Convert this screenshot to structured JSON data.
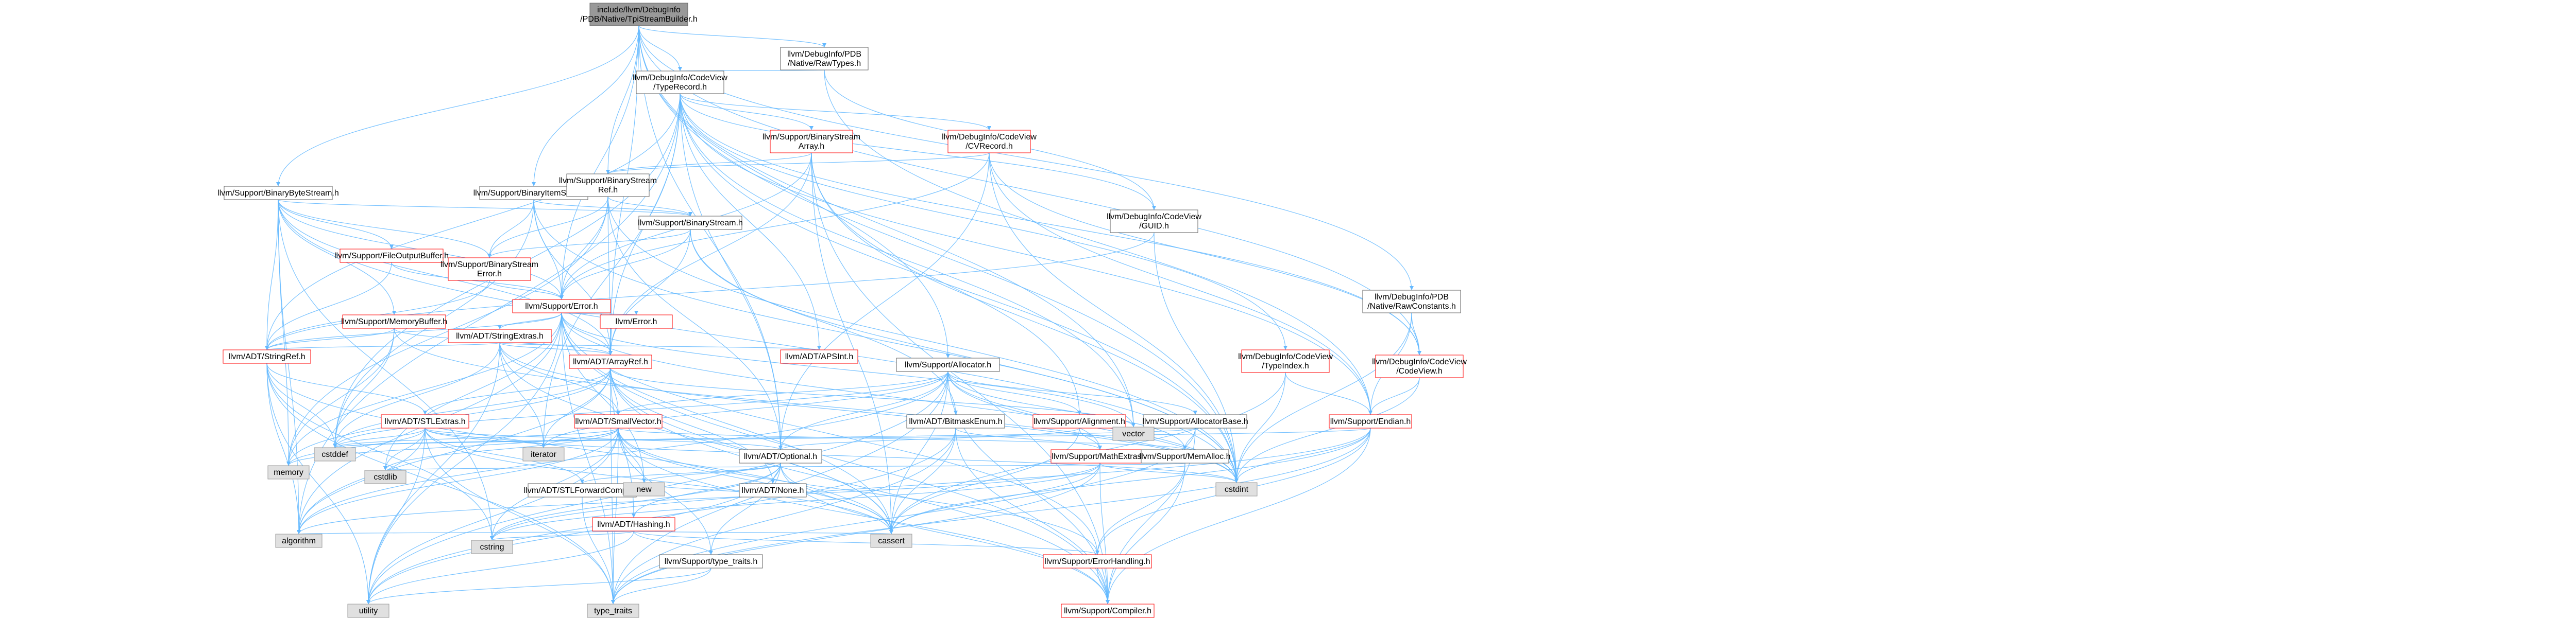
{
  "colors": {
    "edge": "#63b8ff",
    "node_border": "#5f5f5f",
    "node_border_incomplete": "#ff0000",
    "external_fill": "#e0e0e0",
    "root_fill": "#999999"
  },
  "nodes": {
    "root": {
      "lines": [
        "include/llvm/DebugInfo",
        "/PDB/Native/TpiStreamBuilder.h"
      ],
      "kind": "root"
    },
    "rawtypes": {
      "lines": [
        "llvm/DebugInfo/PDB",
        "/Native/RawTypes.h"
      ],
      "kind": "normal"
    },
    "typerecord": {
      "lines": [
        "llvm/DebugInfo/CodeView",
        "/TypeRecord.h"
      ],
      "kind": "normal"
    },
    "bbytestream": {
      "lines": [
        "llvm/Support/BinaryByteStream.h"
      ],
      "kind": "normal"
    },
    "bitemstream": {
      "lines": [
        "llvm/Support/BinaryItemStream.h"
      ],
      "kind": "normal"
    },
    "bstreamarray": {
      "lines": [
        "llvm/Support/BinaryStream",
        "Array.h"
      ],
      "kind": "red"
    },
    "cvrecord": {
      "lines": [
        "llvm/DebugInfo/CodeView",
        "/CVRecord.h"
      ],
      "kind": "red"
    },
    "bstreamref": {
      "lines": [
        "llvm/Support/BinaryStream",
        "Ref.h"
      ],
      "kind": "normal"
    },
    "bstream": {
      "lines": [
        "llvm/Support/BinaryStream.h"
      ],
      "kind": "normal"
    },
    "guid": {
      "lines": [
        "llvm/DebugInfo/CodeView",
        "/GUID.h"
      ],
      "kind": "normal"
    },
    "fileoutbuf": {
      "lines": [
        "llvm/Support/FileOutputBuffer.h"
      ],
      "kind": "red"
    },
    "bstreamerror": {
      "lines": [
        "llvm/Support/BinaryStream",
        "Error.h"
      ],
      "kind": "red"
    },
    "error": {
      "lines": [
        "llvm/Support/Error.h"
      ],
      "kind": "red"
    },
    "memorybuffer": {
      "lines": [
        "llvm/Support/MemoryBuffer.h"
      ],
      "kind": "red"
    },
    "stringextras": {
      "lines": [
        "llvm/ADT/StringExtras.h"
      ],
      "kind": "red"
    },
    "errorh": {
      "lines": [
        "llvm/Error.h"
      ],
      "kind": "red"
    },
    "rawconst": {
      "lines": [
        "llvm/DebugInfo/PDB",
        "/Native/RawConstants.h"
      ],
      "kind": "normal"
    },
    "stringref": {
      "lines": [
        "llvm/ADT/StringRef.h"
      ],
      "kind": "red"
    },
    "arrayref": {
      "lines": [
        "llvm/ADT/ArrayRef.h"
      ],
      "kind": "red"
    },
    "apsint": {
      "lines": [
        "llvm/ADT/APSInt.h"
      ],
      "kind": "red"
    },
    "allocator": {
      "lines": [
        "llvm/Support/Allocator.h"
      ],
      "kind": "normal"
    },
    "typeindex": {
      "lines": [
        "llvm/DebugInfo/CodeView",
        "/TypeIndex.h"
      ],
      "kind": "red"
    },
    "codeview": {
      "lines": [
        "llvm/DebugInfo/CodeView",
        "/CodeView.h"
      ],
      "kind": "red"
    },
    "stlextras": {
      "lines": [
        "llvm/ADT/STLExtras.h"
      ],
      "kind": "red"
    },
    "smallvector": {
      "lines": [
        "llvm/ADT/SmallVector.h"
      ],
      "kind": "red"
    },
    "bitmaskenum": {
      "lines": [
        "llvm/ADT/BitmaskEnum.h"
      ],
      "kind": "normal"
    },
    "alignment": {
      "lines": [
        "llvm/Support/Alignment.h"
      ],
      "kind": "red"
    },
    "allocbase": {
      "lines": [
        "llvm/Support/AllocatorBase.h"
      ],
      "kind": "normal"
    },
    "endian": {
      "lines": [
        "llvm/Support/Endian.h"
      ],
      "kind": "red"
    },
    "optional": {
      "lines": [
        "llvm/ADT/Optional.h"
      ],
      "kind": "normal"
    },
    "mathextras": {
      "lines": [
        "llvm/Support/MathExtras.h"
      ],
      "kind": "red"
    },
    "memalloc": {
      "lines": [
        "llvm/Support/MemAlloc.h"
      ],
      "kind": "normal"
    },
    "stlfwd": {
      "lines": [
        "llvm/ADT/STLForwardCompat.h"
      ],
      "kind": "normal"
    },
    "hashing": {
      "lines": [
        "llvm/ADT/Hashing.h"
      ],
      "kind": "red"
    },
    "none": {
      "lines": [
        "llvm/ADT/None.h"
      ],
      "kind": "normal"
    },
    "typetraits": {
      "lines": [
        "llvm/Support/type_traits.h"
      ],
      "kind": "normal"
    },
    "errhandling": {
      "lines": [
        "llvm/Support/ErrorHandling.h"
      ],
      "kind": "red"
    },
    "compiler": {
      "lines": [
        "llvm/Support/Compiler.h"
      ],
      "kind": "red"
    },
    "vector": {
      "lines": [
        "vector"
      ],
      "kind": "grey"
    },
    "cstdint": {
      "lines": [
        "cstdint"
      ],
      "kind": "grey"
    },
    "cstddef": {
      "lines": [
        "cstddef"
      ],
      "kind": "grey"
    },
    "iterator": {
      "lines": [
        "iterator"
      ],
      "kind": "grey"
    },
    "memory": {
      "lines": [
        "memory"
      ],
      "kind": "grey"
    },
    "cstdlib": {
      "lines": [
        "cstdlib"
      ],
      "kind": "grey"
    },
    "new": {
      "lines": [
        "new"
      ],
      "kind": "grey"
    },
    "cassert": {
      "lines": [
        "cassert"
      ],
      "kind": "grey"
    },
    "algorithm": {
      "lines": [
        "algorithm"
      ],
      "kind": "grey"
    },
    "cstring": {
      "lines": [
        "cstring"
      ],
      "kind": "grey"
    },
    "utility": {
      "lines": [
        "utility"
      ],
      "kind": "grey"
    },
    "typetraits_std": {
      "lines": [
        "type_traits"
      ],
      "kind": "grey"
    }
  },
  "edges": [
    [
      "root",
      "rawtypes"
    ],
    [
      "root",
      "typerecord"
    ],
    [
      "root",
      "bbytestream"
    ],
    [
      "root",
      "bitemstream"
    ],
    [
      "root",
      "bstreamref"
    ],
    [
      "root",
      "error"
    ],
    [
      "root",
      "rawconst"
    ],
    [
      "root",
      "arrayref"
    ],
    [
      "root",
      "allocator"
    ],
    [
      "root",
      "optional"
    ],
    [
      "root",
      "vector"
    ],
    [
      "root",
      "cstdint"
    ],
    [
      "root",
      "codeview"
    ],
    [
      "rawtypes",
      "typerecord"
    ],
    [
      "rawtypes",
      "guid"
    ],
    [
      "rawtypes",
      "endian"
    ],
    [
      "typerecord",
      "bstreamarray"
    ],
    [
      "typerecord",
      "cvrecord"
    ],
    [
      "typerecord",
      "guid"
    ],
    [
      "typerecord",
      "apsint"
    ],
    [
      "typerecord",
      "arrayref"
    ],
    [
      "typerecord",
      "stringref"
    ],
    [
      "typerecord",
      "typeindex"
    ],
    [
      "typerecord",
      "codeview"
    ],
    [
      "typerecord",
      "endian"
    ],
    [
      "typerecord",
      "optional"
    ],
    [
      "typerecord",
      "iterator"
    ],
    [
      "typerecord",
      "vector"
    ],
    [
      "typerecord",
      "cstdint"
    ],
    [
      "typerecord",
      "algorithm"
    ],
    [
      "typerecord",
      "cstddef"
    ],
    [
      "bbytestream",
      "bstream"
    ],
    [
      "bbytestream",
      "fileoutbuf"
    ],
    [
      "bbytestream",
      "memorybuffer"
    ],
    [
      "bbytestream",
      "bstreamerror"
    ],
    [
      "bbytestream",
      "error"
    ],
    [
      "bbytestream",
      "arrayref"
    ],
    [
      "bbytestream",
      "stringref"
    ],
    [
      "bbytestream",
      "algorithm"
    ],
    [
      "bbytestream",
      "cstring"
    ],
    [
      "bbytestream",
      "memory"
    ],
    [
      "bbytestream",
      "cstdint"
    ],
    [
      "bitemstream",
      "bstream"
    ],
    [
      "bitemstream",
      "bstreamerror"
    ],
    [
      "bitemstream",
      "error"
    ],
    [
      "bitemstream",
      "arrayref"
    ],
    [
      "bitemstream",
      "cstddef"
    ],
    [
      "bitemstream",
      "cstdint"
    ],
    [
      "bstreamarray",
      "bstreamref"
    ],
    [
      "bstreamarray",
      "arrayref"
    ],
    [
      "bstreamarray",
      "alignment"
    ],
    [
      "bstreamarray",
      "compiler"
    ],
    [
      "bstreamarray",
      "error"
    ],
    [
      "bstreamarray",
      "cassert"
    ],
    [
      "bstreamarray",
      "cstdint"
    ],
    [
      "cvrecord",
      "bstreamref"
    ],
    [
      "cvrecord",
      "codeview"
    ],
    [
      "cvrecord",
      "endian"
    ],
    [
      "cvrecord",
      "error"
    ],
    [
      "cvrecord",
      "optional"
    ],
    [
      "cvrecord",
      "cstdint"
    ],
    [
      "bstreamref",
      "bstream"
    ],
    [
      "bstreamref",
      "bstreamerror"
    ],
    [
      "bstreamref",
      "error"
    ],
    [
      "bstreamref",
      "arrayref"
    ],
    [
      "bstreamref",
      "optional"
    ],
    [
      "bstreamref",
      "cstdint"
    ],
    [
      "bstreamref",
      "memory"
    ],
    [
      "bstream",
      "bitmaskenum"
    ],
    [
      "bstream",
      "bstreamerror"
    ],
    [
      "bstream",
      "error"
    ],
    [
      "bstream",
      "arrayref"
    ],
    [
      "bstream",
      "cstdint"
    ],
    [
      "guid",
      "cstdint"
    ],
    [
      "guid",
      "stringref"
    ],
    [
      "fileoutbuf",
      "stringref"
    ],
    [
      "fileoutbuf",
      "error"
    ],
    [
      "bstreamerror",
      "error"
    ],
    [
      "bstreamerror",
      "stringref"
    ],
    [
      "error",
      "errorh"
    ],
    [
      "error",
      "stringref"
    ],
    [
      "error",
      "arrayref"
    ],
    [
      "error",
      "stringextras"
    ],
    [
      "error",
      "errhandling"
    ],
    [
      "error",
      "compiler"
    ],
    [
      "error",
      "algorithm"
    ],
    [
      "error",
      "cassert"
    ],
    [
      "error",
      "cstdint"
    ],
    [
      "error",
      "cstdlib"
    ],
    [
      "error",
      "memory"
    ],
    [
      "error",
      "new"
    ],
    [
      "error",
      "utility"
    ],
    [
      "error",
      "vector"
    ],
    [
      "error",
      "typetraits_std"
    ],
    [
      "memorybuffer",
      "stringref"
    ],
    [
      "memorybuffer",
      "arrayref"
    ],
    [
      "memorybuffer",
      "cstddef"
    ],
    [
      "memorybuffer",
      "cstdint"
    ],
    [
      "memorybuffer",
      "memory"
    ],
    [
      "stringextras",
      "stringref"
    ],
    [
      "stringextras",
      "arrayref"
    ],
    [
      "stringextras",
      "apsint"
    ],
    [
      "stringextras",
      "smallvector"
    ],
    [
      "stringextras",
      "iterator"
    ],
    [
      "stringextras",
      "cstdint"
    ],
    [
      "stringextras",
      "utility"
    ],
    [
      "stringextras",
      "cassert"
    ],
    [
      "stringextras",
      "cstddef"
    ],
    [
      "rawconst",
      "endian"
    ],
    [
      "rawconst",
      "codeview"
    ],
    [
      "rawconst",
      "cstdint"
    ],
    [
      "stringref",
      "stlextras"
    ],
    [
      "stringref",
      "algorithm"
    ],
    [
      "stringref",
      "cassert"
    ],
    [
      "stringref",
      "cstddef"
    ],
    [
      "stringref",
      "cstring"
    ],
    [
      "stringref",
      "utility"
    ],
    [
      "stringref",
      "typetraits_std"
    ],
    [
      "arrayref",
      "hashing"
    ],
    [
      "arrayref",
      "none"
    ],
    [
      "arrayref",
      "smallvector"
    ],
    [
      "arrayref",
      "stlextras"
    ],
    [
      "arrayref",
      "compiler"
    ],
    [
      "arrayref",
      "algorithm"
    ],
    [
      "arrayref",
      "cassert"
    ],
    [
      "arrayref",
      "cstddef"
    ],
    [
      "arrayref",
      "iterator"
    ],
    [
      "arrayref",
      "memory"
    ],
    [
      "arrayref",
      "typetraits_std"
    ],
    [
      "arrayref",
      "vector"
    ],
    [
      "allocator",
      "optional"
    ],
    [
      "allocator",
      "smallvector"
    ],
    [
      "allocator",
      "alignment"
    ],
    [
      "allocator",
      "allocbase"
    ],
    [
      "allocator",
      "compiler"
    ],
    [
      "allocator",
      "mathextras"
    ],
    [
      "allocator",
      "memalloc"
    ],
    [
      "allocator",
      "algorithm"
    ],
    [
      "allocator",
      "cassert"
    ],
    [
      "allocator",
      "cstddef"
    ],
    [
      "allocator",
      "cstdint"
    ],
    [
      "allocator",
      "iterator"
    ],
    [
      "allocator",
      "typetraits_std"
    ],
    [
      "allocator",
      "utility"
    ],
    [
      "typeindex",
      "endian"
    ],
    [
      "typeindex",
      "cassert"
    ],
    [
      "typeindex",
      "cinttypes"
    ],
    [
      "typeindex",
      "cstdint"
    ],
    [
      "codeview",
      "endian"
    ],
    [
      "codeview",
      "cstdint"
    ],
    [
      "codeview",
      "cinttypes"
    ],
    [
      "stlextras",
      "stlfwd"
    ],
    [
      "stlextras",
      "optional"
    ],
    [
      "stlextras",
      "iterator"
    ],
    [
      "stlextras",
      "algorithm"
    ],
    [
      "stlextras",
      "cassert"
    ],
    [
      "stlextras",
      "cstddef"
    ],
    [
      "stlextras",
      "cstdint"
    ],
    [
      "stlextras",
      "cstdlib"
    ],
    [
      "stlextras",
      "memory"
    ],
    [
      "stlextras",
      "utility"
    ],
    [
      "stlextras",
      "typetraits_std"
    ],
    [
      "smallvector",
      "compiler"
    ],
    [
      "smallvector",
      "typetraits"
    ],
    [
      "smallvector",
      "memalloc"
    ],
    [
      "smallvector",
      "errhandling"
    ],
    [
      "smallvector",
      "algorithm"
    ],
    [
      "smallvector",
      "cassert"
    ],
    [
      "smallvector",
      "cstddef"
    ],
    [
      "smallvector",
      "cstdlib"
    ],
    [
      "smallvector",
      "cstring"
    ],
    [
      "smallvector",
      "iterator"
    ],
    [
      "smallvector",
      "memory"
    ],
    [
      "smallvector",
      "new"
    ],
    [
      "smallvector",
      "utility"
    ],
    [
      "smallvector",
      "typetraits_std"
    ],
    [
      "bitmaskenum",
      "mathextras"
    ],
    [
      "bitmaskenum",
      "compiler"
    ],
    [
      "bitmaskenum",
      "cassert"
    ],
    [
      "bitmaskenum",
      "typetraits_std"
    ],
    [
      "bitmaskenum",
      "utility"
    ],
    [
      "alignment",
      "mathextras"
    ],
    [
      "alignment",
      "cassert"
    ],
    [
      "alignment",
      "optional"
    ],
    [
      "allocbase",
      "compiler"
    ],
    [
      "allocbase",
      "memalloc"
    ],
    [
      "allocbase",
      "cstddef"
    ],
    [
      "allocbase",
      "typetraits_std"
    ],
    [
      "endian",
      "compiler"
    ],
    [
      "endian",
      "errhandling"
    ],
    [
      "endian",
      "cassert"
    ],
    [
      "endian",
      "cstddef"
    ],
    [
      "endian",
      "cstdint"
    ],
    [
      "endian",
      "cstring"
    ],
    [
      "endian",
      "typetraits_std"
    ],
    [
      "optional",
      "hashing"
    ],
    [
      "optional",
      "none"
    ],
    [
      "optional",
      "stlfwd"
    ],
    [
      "optional",
      "compiler"
    ],
    [
      "optional",
      "typetraits"
    ],
    [
      "optional",
      "cassert"
    ],
    [
      "optional",
      "cstring"
    ],
    [
      "optional",
      "new"
    ],
    [
      "optional",
      "utility"
    ],
    [
      "mathextras",
      "compiler"
    ],
    [
      "mathextras",
      "algorithm"
    ],
    [
      "mathextras",
      "cassert"
    ],
    [
      "mathextras",
      "cstdint"
    ],
    [
      "mathextras",
      "cstring"
    ],
    [
      "mathextras",
      "typetraits_std"
    ],
    [
      "memalloc",
      "compiler"
    ],
    [
      "memalloc",
      "errhandling"
    ],
    [
      "memalloc",
      "cstdlib"
    ],
    [
      "stlfwd",
      "typetraits_std"
    ],
    [
      "hashing",
      "errhandling"
    ],
    [
      "hashing",
      "typetraits"
    ],
    [
      "hashing",
      "algorithm"
    ],
    [
      "hashing",
      "cassert"
    ],
    [
      "hashing",
      "cstring"
    ],
    [
      "hashing",
      "utility"
    ],
    [
      "none",
      "new"
    ],
    [
      "typetraits",
      "typetraits_std"
    ],
    [
      "typetraits",
      "utility"
    ],
    [
      "errhandling",
      "compiler"
    ]
  ]
}
